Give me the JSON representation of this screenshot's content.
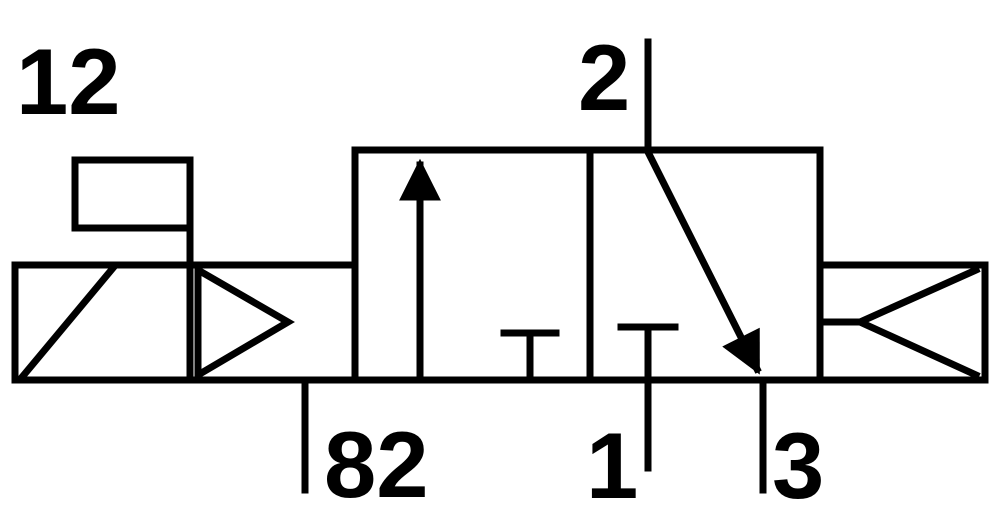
{
  "diagram": {
    "kind": "pneumatic-valve-schematic-3-2-way",
    "colors": {
      "stroke": "#000000",
      "background": "#ffffff"
    },
    "port_labels": {
      "p12": "12",
      "p2": "2",
      "p82": "82",
      "p1": "1",
      "p3": "3"
    }
  }
}
